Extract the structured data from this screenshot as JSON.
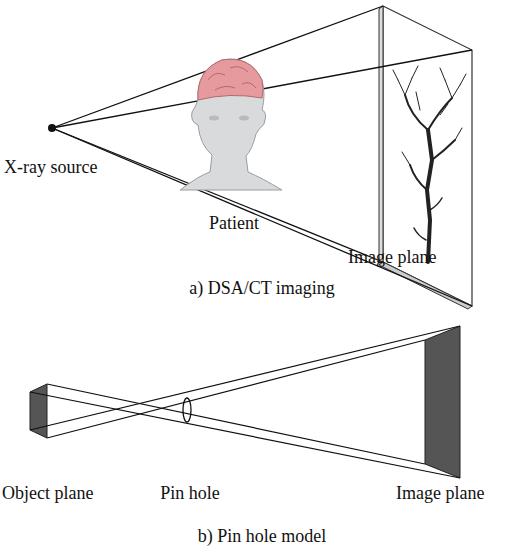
{
  "diagram": {
    "labels": [
      "X-ray source",
      "Patient",
      "Image plane",
      "a) DSA/CT imaging",
      "Object plane",
      "Pin hole",
      "Image plane",
      "b) Pin hole model"
    ]
  }
}
